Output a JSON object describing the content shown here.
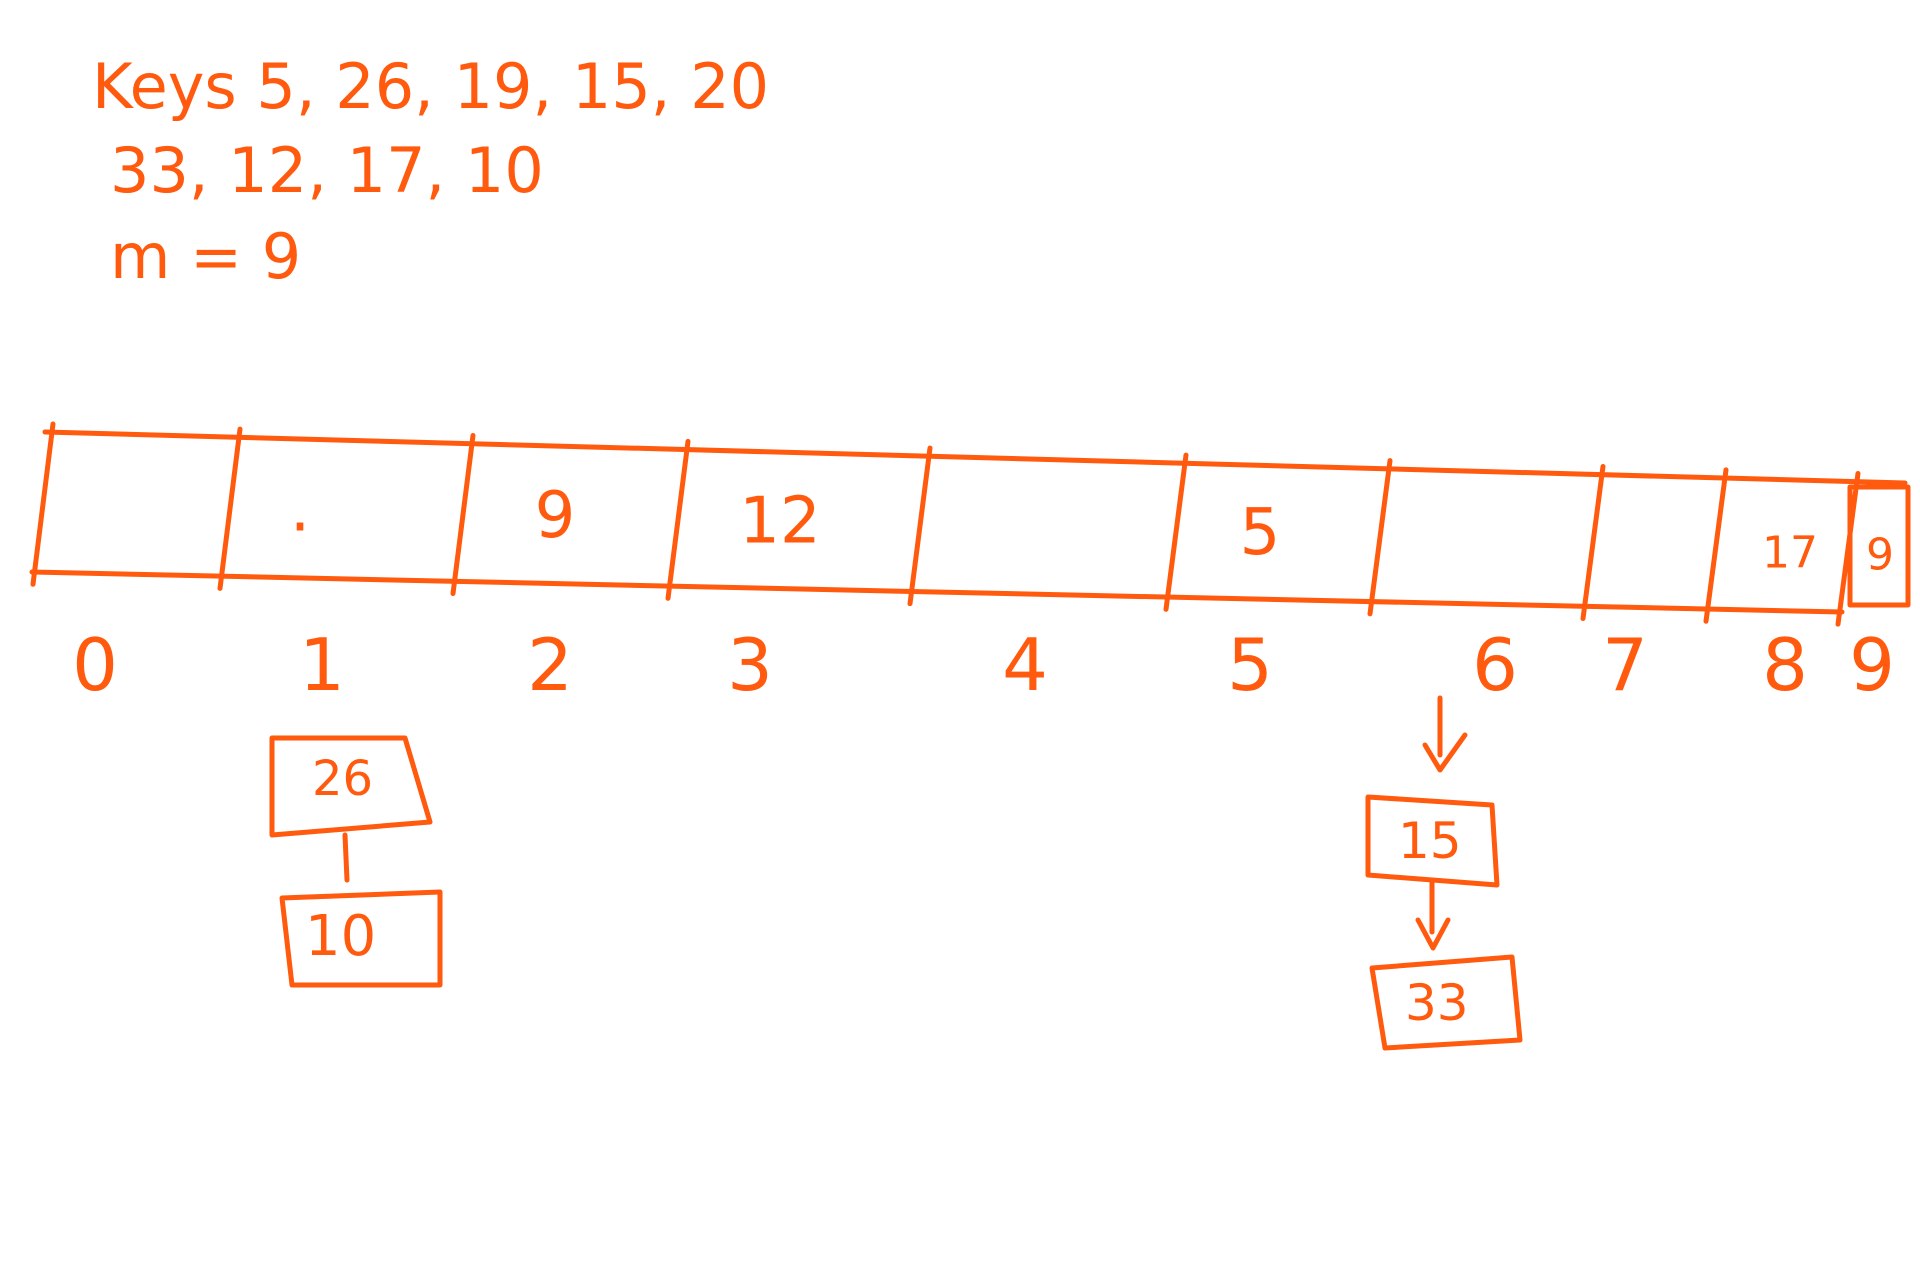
{
  "notes": {
    "line1": "Keys 5, 26, 19, 15, 20",
    "line2": "33, 12, 17, 10",
    "line3": "m = 9"
  },
  "table": {
    "cells": [
      "",
      ".",
      "9",
      "12",
      "",
      "5",
      "",
      "",
      "17",
      "9"
    ],
    "indices": [
      "0",
      "1",
      "2",
      "3",
      "4",
      "5",
      "6",
      "7",
      "8",
      "9"
    ]
  },
  "chains": {
    "index1": [
      "26",
      "10"
    ],
    "index6": [
      "15",
      "33"
    ]
  },
  "colors": {
    "ink": "#ff5a0e",
    "background": "#ffffff"
  }
}
